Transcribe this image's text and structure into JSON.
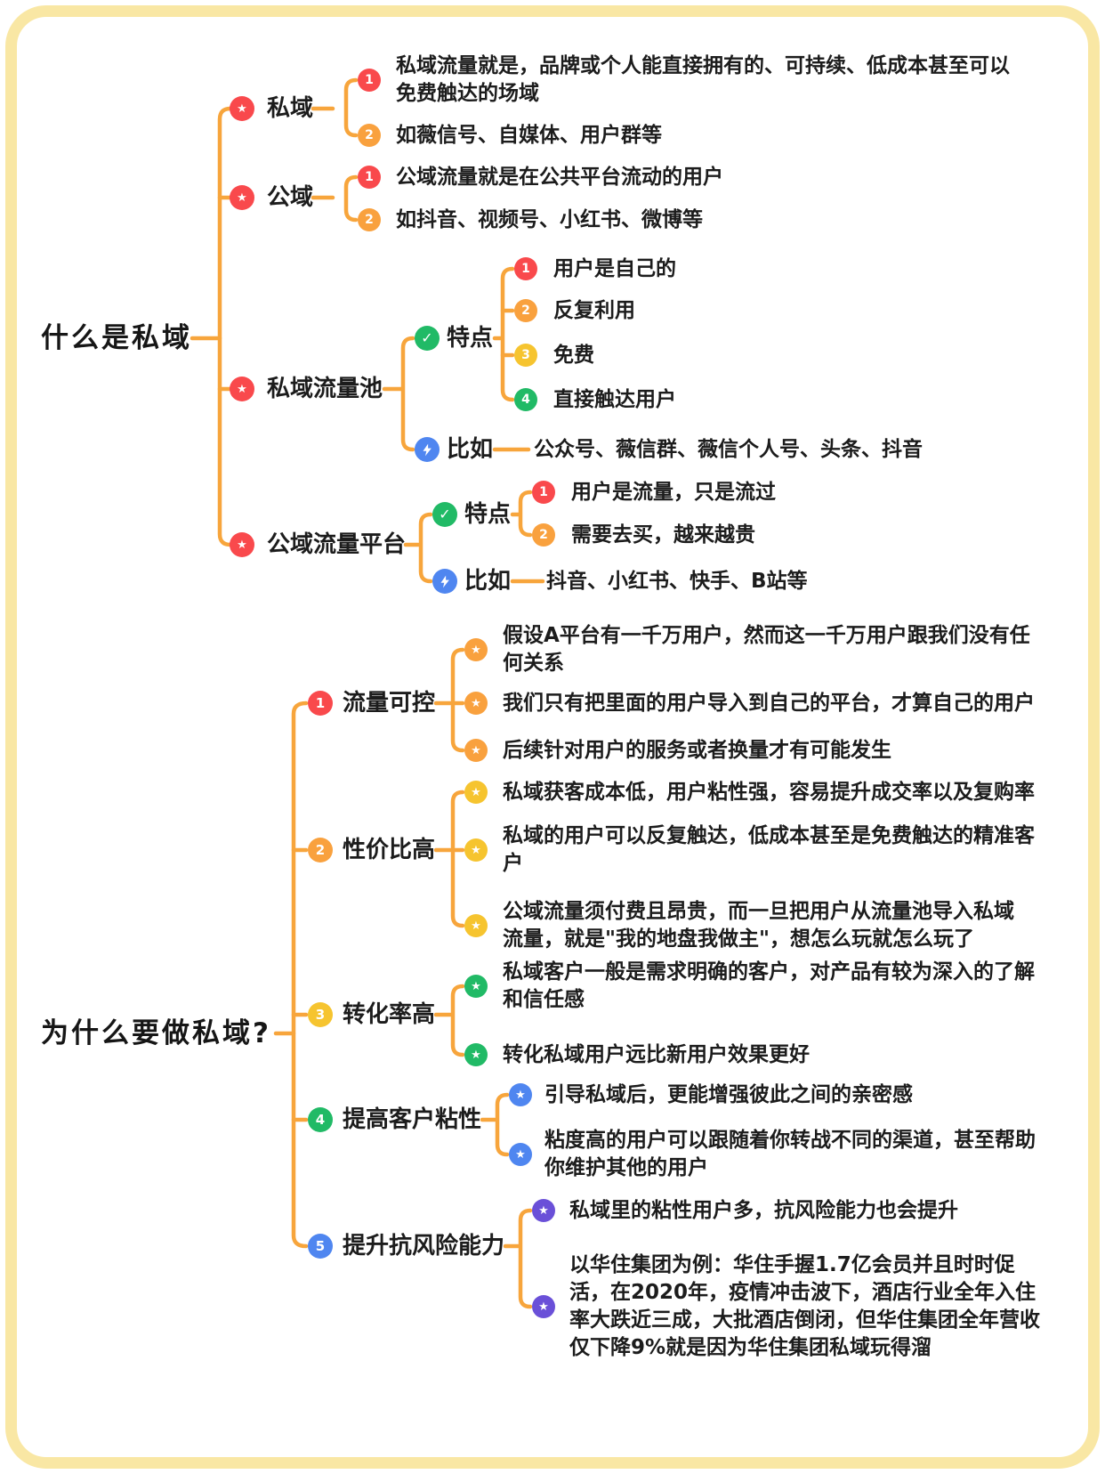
{
  "meta": {
    "title": "私域流量思维导图"
  },
  "colors": {
    "frame_border": "#F9E7A4",
    "connector_line": "#F7A53C",
    "badge_red": "#F9494C",
    "badge_orange": "#F9A13E",
    "badge_yellow": "#F6C42F",
    "badge_green": "#21BA66",
    "badge_blue": "#4F86F0",
    "badge_purple": "#6A50D8",
    "text": "#1C1C1C"
  },
  "map1": {
    "root": "什么是私域",
    "branches": [
      {
        "label": "私域",
        "children": [
          {
            "num": "1",
            "text": "私域流量就是，品牌或个人能直接拥有的、可持续、低成本甚至可以免费触达的场域"
          },
          {
            "num": "2",
            "text": "如薇信号、自媒体、用户群等"
          }
        ]
      },
      {
        "label": "公域",
        "children": [
          {
            "num": "1",
            "text": "公域流量就是在公共平台流动的用户"
          },
          {
            "num": "2",
            "text": "如抖音、视频号、小红书、微博等"
          }
        ]
      },
      {
        "label": "私域流量池",
        "feature_label": "特点",
        "example_label": "比如",
        "features": [
          {
            "num": "1",
            "text": "用户是自己的"
          },
          {
            "num": "2",
            "text": "反复利用"
          },
          {
            "num": "3",
            "text": "免费"
          },
          {
            "num": "4",
            "text": "直接触达用户"
          }
        ],
        "example": "公众号、薇信群、薇信个人号、头条、抖音"
      },
      {
        "label": "公域流量平台",
        "feature_label": "特点",
        "example_label": "比如",
        "features": [
          {
            "num": "1",
            "text": "用户是流量，只是流过"
          },
          {
            "num": "2",
            "text": "需要去买，越来越贵"
          }
        ],
        "example": "抖音、小红书、快手、B站等"
      }
    ]
  },
  "map2": {
    "root": "为什么要做私域?",
    "branches": [
      {
        "num": "1",
        "label": "流量可控",
        "items": [
          "假设A平台有一千万用户，然而这一千万用户跟我们没有任何关系",
          "我们只有把里面的用户导入到自己的平台，才算自己的用户",
          "后续针对用户的服务或者换量才有可能发生"
        ]
      },
      {
        "num": "2",
        "label": "性价比高",
        "items": [
          "私域获客成本低，用户粘性强，容易提升成交率以及复购率",
          "私域的用户可以反复触达，低成本甚至是免费触达的精准客户",
          "公域流量须付费且昂贵，而一旦把用户从流量池导入私域流量，就是\"我的地盘我做主\"，想怎么玩就怎么玩了"
        ]
      },
      {
        "num": "3",
        "label": "转化率高",
        "items": [
          "私域客户一般是需求明确的客户，对产品有较为深入的了解和信任感",
          "转化私域用户远比新用户效果更好"
        ]
      },
      {
        "num": "4",
        "label": "提高客户粘性",
        "items": [
          "引导私域后，更能增强彼此之间的亲密感",
          "粘度高的用户可以跟随着你转战不同的渠道，甚至帮助你维护其他的用户"
        ]
      },
      {
        "num": "5",
        "label": "提升抗风险能力",
        "items": [
          "私域里的粘性用户多，抗风险能力也会提升",
          "以华住集团为例：华住手握1.7亿会员并且时时促活，在2020年，疫情冲击波下，酒店行业全年入住率大跌近三成，大批酒店倒闭，但华住集团全年营收仅下降9%就是因为华住集团私域玩得溜"
        ]
      }
    ]
  }
}
